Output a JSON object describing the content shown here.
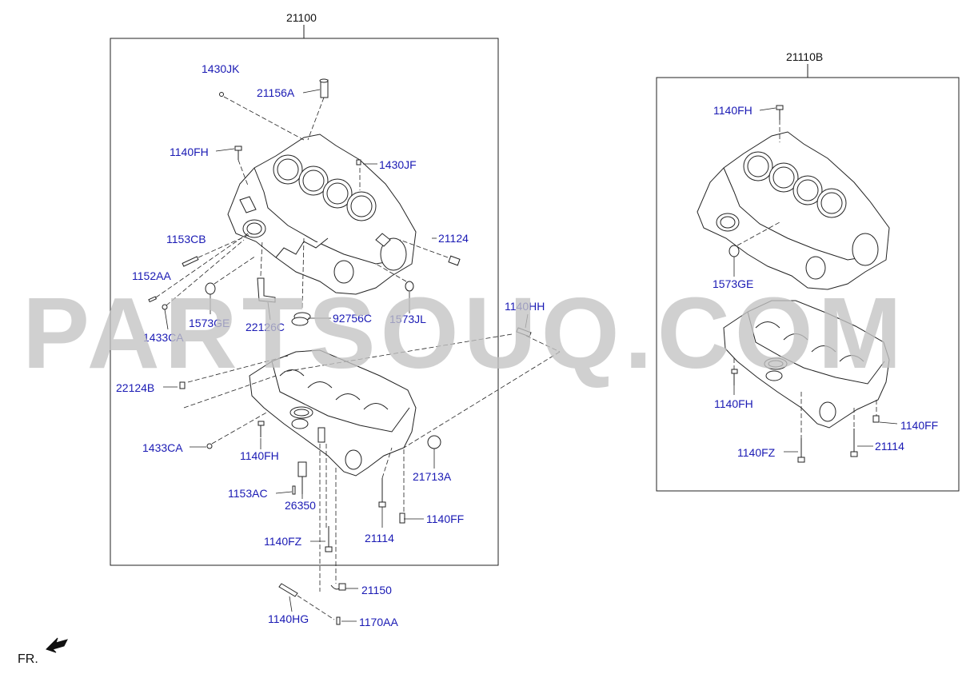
{
  "assembly_left": {
    "number": "21100"
  },
  "assembly_right": {
    "number": "21110B"
  },
  "watermark": "PARTSOUQ.COM",
  "orientation": {
    "label": "FR."
  },
  "labels_left": {
    "l_1430JK": "1430JK",
    "l_21156A": "21156A",
    "l_1140FH_a": "1140FH",
    "l_1430JF": "1430JF",
    "l_1153CB": "1153CB",
    "l_21124": "21124",
    "l_1152AA": "1152AA",
    "l_1573GE": "1573GE",
    "l_22126C": "22126C",
    "l_92756C": "92756C",
    "l_1573JL": "1573JL",
    "l_1433CA_a": "1433CA",
    "l_1140HH": "1140HH",
    "l_22124B": "22124B",
    "l_1433CA_b": "1433CA",
    "l_1140FH_b": "1140FH",
    "l_21713A": "21713A",
    "l_1153AC": "1153AC",
    "l_26350": "26350",
    "l_1140FF": "1140FF",
    "l_21114": "21114",
    "l_1140FZ": "1140FZ",
    "l_21150": "21150",
    "l_1140HG": "1140HG",
    "l_1170AA": "1170AA"
  },
  "labels_right": {
    "r_1140FH_a": "1140FH",
    "r_1573GE": "1573GE",
    "r_1140FH_b": "1140FH",
    "r_1140FF": "1140FF",
    "r_1140FZ": "1140FZ",
    "r_21114": "21114"
  },
  "colors": {
    "label": "#1a1ab4",
    "line": "#222222",
    "watermark": "#c4c4c4"
  },
  "icons": {
    "direction_arrow": "arrow-fr-icon"
  }
}
